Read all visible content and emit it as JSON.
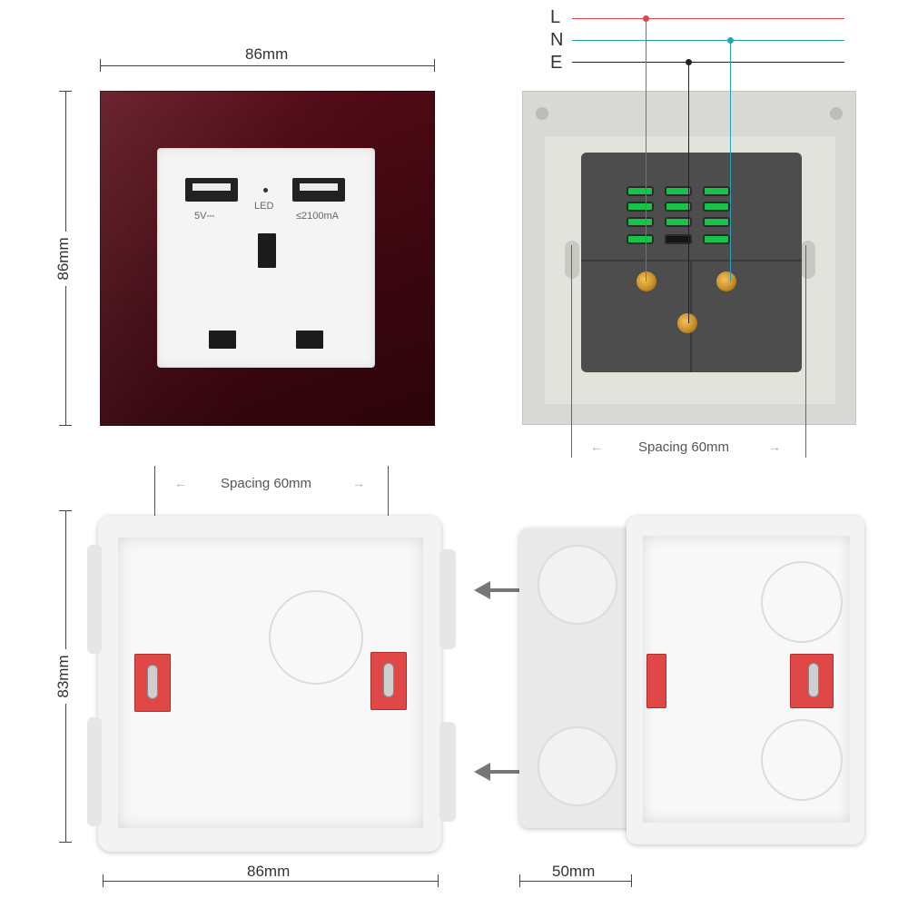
{
  "dimensions": {
    "panel_width": "86mm",
    "panel_height": "86mm",
    "box_height": "83mm",
    "box_width": "86mm",
    "box_depth": "50mm"
  },
  "socket": {
    "usb_left_label": "5V⎓",
    "led_label": "LED",
    "usb_right_label": "≤2100mA"
  },
  "wiring": {
    "l": "L",
    "n": "N",
    "e": "E",
    "colors": {
      "L": "#e0454f",
      "N": "#2aa0b8",
      "E": "#222222"
    }
  },
  "spacing": {
    "back_label": "Spacing 60mm",
    "box_label": "Spacing 60mm"
  },
  "colors": {
    "panel": "#4a0a13",
    "bracket": "#e04848"
  },
  "icons": {
    "arrow_left": "←",
    "arrow_right": "→"
  }
}
